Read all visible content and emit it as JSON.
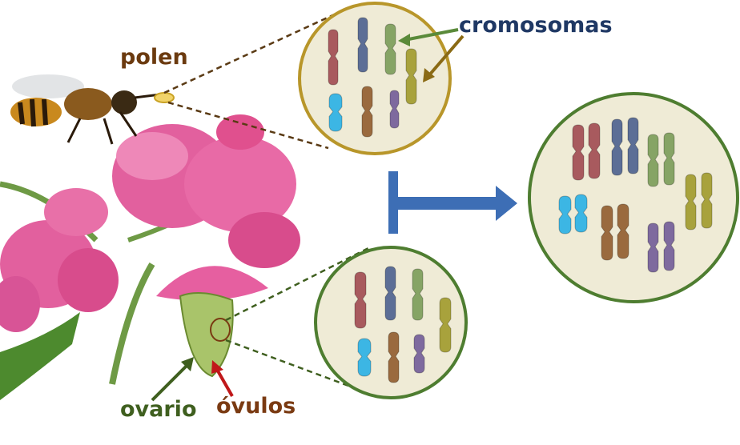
{
  "labels": {
    "pollen": "polen",
    "chromosomes": "cromosomas",
    "ovary": "ovario",
    "ovules": "óvulos"
  },
  "colors": {
    "pollen_label": "#6b3a0f",
    "chromosomes_label": "#1f3864",
    "ovary_label": "#3f5f1f",
    "ovules_label": "#7a3a12",
    "pollen_cell_border": "#b8962a",
    "ovule_cell_border": "#4e7d30",
    "zygote_cell_border": "#4e7d30",
    "cell_fill": "#efebd6",
    "fusion_arrow": "#3d6eb5",
    "chromosome_red": "#a85a5e",
    "chromosome_blue": "#5c6e96",
    "chromosome_green": "#86a465",
    "chromosome_olive": "#a8a23c",
    "chromosome_cyan": "#3cb6e4",
    "chromosome_brown": "#9a6a3e",
    "chromosome_purple": "#7e6a9e"
  }
}
